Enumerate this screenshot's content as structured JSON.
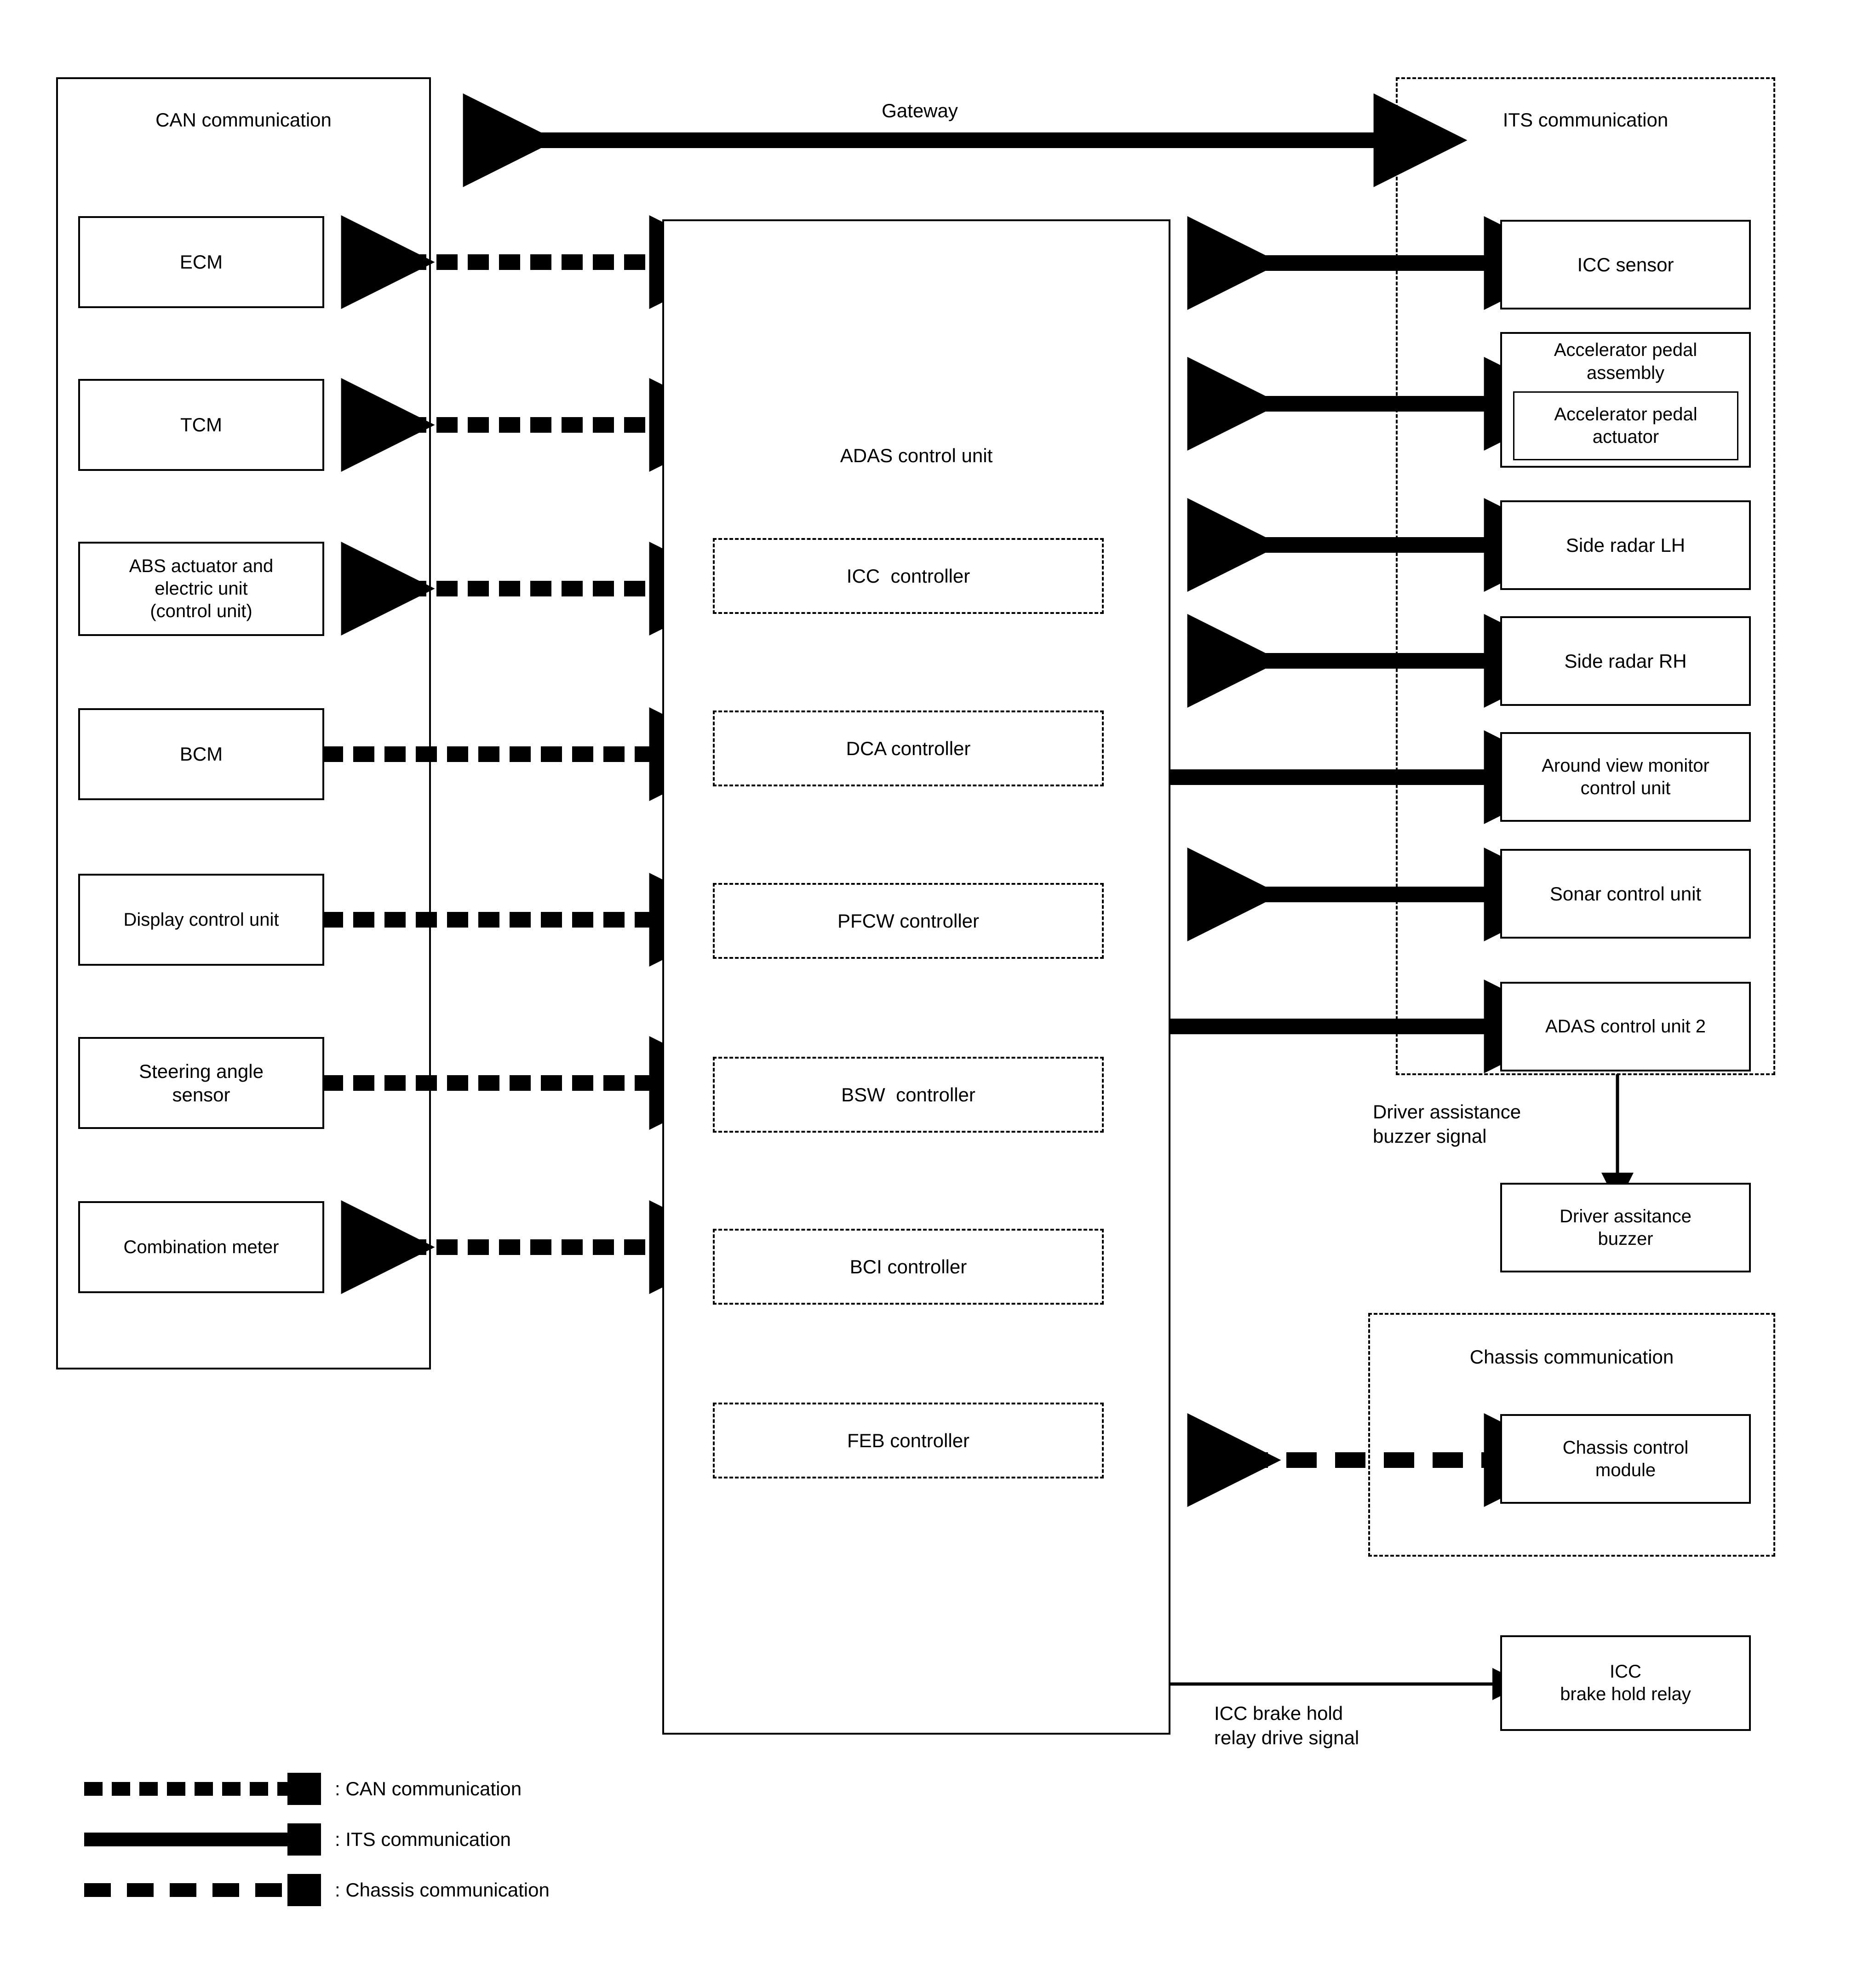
{
  "diagram": {
    "title_gateway": "Gateway",
    "groups": {
      "can": "CAN communication",
      "its": "ITS communication",
      "chassis": "Chassis communication"
    },
    "adas": {
      "title": "ADAS control unit",
      "controllers": [
        "ICC  controller",
        "DCA controller",
        "PFCW controller",
        "BSW  controller",
        "BCI controller",
        "FEB controller"
      ]
    },
    "can_nodes": [
      "ECM",
      "TCM",
      "ABS actuator and\nelectric unit\n(control unit)",
      "BCM",
      "Display control unit",
      "Steering angle\nsensor",
      "Combination meter"
    ],
    "its_nodes": [
      "ICC sensor",
      "Accelerator pedal\nassembly",
      "Side radar LH",
      "Side radar RH",
      "Around view monitor\ncontrol unit",
      "Sonar control unit",
      "ADAS control unit 2"
    ],
    "accel_pedal_actuator": "Accelerator pedal\nactuator",
    "external_nodes": {
      "buzzer": "Driver assitance\nbuzzer",
      "chassis_module": "Chassis control\nmodule",
      "icc_relay": "ICC\nbrake hold relay"
    },
    "signal_labels": {
      "buzzer_signal": "Driver assistance\nbuzzer signal",
      "relay_signal": "ICC brake hold\nrelay drive signal"
    },
    "legend": [
      {
        "style": "can-dash-dot",
        "label": ": CAN communication"
      },
      {
        "style": "its-solid",
        "label": ": ITS communication"
      },
      {
        "style": "chassis-dash",
        "label": ": Chassis communication"
      }
    ],
    "colors": {
      "ink": "#000000",
      "paper": "#ffffff"
    }
  }
}
